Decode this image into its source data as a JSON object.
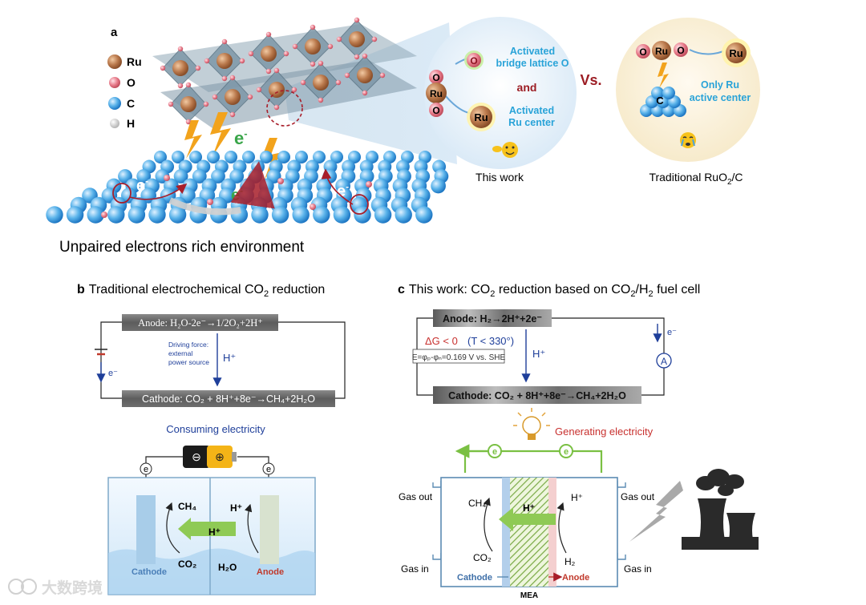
{
  "panel_a": {
    "label": "a",
    "legend": [
      {
        "symbol": "Ru",
        "color": "#b8774a"
      },
      {
        "symbol": "O",
        "color": "#e87d8c"
      },
      {
        "symbol": "C",
        "color": "#4aa3dd"
      },
      {
        "symbol": "H",
        "color": "#d9d9d9"
      }
    ],
    "electron": "e",
    "electron_sup": "-",
    "caption_bottom": "Unpaired electrons rich environment",
    "zoom": {
      "atom_o": "O",
      "atom_ru": "Ru",
      "text_activated_o_1": "Activated",
      "text_activated_o_2": "bridge lattice O",
      "text_and": "and",
      "text_activated_ru_1": "Activated",
      "text_activated_ru_2": "Ru center",
      "caption": "This work"
    },
    "vs": "Vs.",
    "traditional": {
      "atom_o": "O",
      "atom_ru": "Ru",
      "atom_c": "C",
      "text_only_1": "Only Ru",
      "text_only_2": "active center",
      "caption_main": "Traditional RuO",
      "caption_sub": "2",
      "caption_tail": "/C"
    }
  },
  "panel_b": {
    "label": "b",
    "title_main": "Traditional electrochemical CO",
    "title_sub": "2",
    "title_tail": " reduction",
    "anode_bar": "Anode: H₂O-2e⁻→1/2O₂+2H⁺",
    "driving_force_1": "Driving force:",
    "driving_force_2": "external",
    "driving_force_3": "power source",
    "h_plus": "H⁺",
    "e_minus": "e⁻",
    "cathode_bar": "Cathode: CO₂ + 8H⁺+8e⁻→CH₄+2H₂O",
    "consuming": "Consuming electricity",
    "battery_minus": "⊖",
    "battery_plus": "⊕",
    "e_left": "e",
    "e_right": "e",
    "ch4": "CH₄",
    "co2": "CO₂",
    "h_plus_cell_1": "H⁺",
    "h_plus_cell_2": "H⁺",
    "h2o": "H₂O",
    "cathode": "Cathode",
    "anode": "Anode"
  },
  "panel_c": {
    "label": "c",
    "title_main": "This work: CO",
    "title_sub1": "2",
    "title_mid": " reduction based on CO",
    "title_sub2": "2",
    "title_mid2": "/H",
    "title_sub3": "2",
    "title_tail": " fuel cell",
    "anode_bar": "Anode: H₂→2H⁺+2e⁻",
    "delta_g": "ΔG < 0",
    "temp": "(T < 330°)",
    "potential": "E=φₚ-φₙ=0.169 V vs. SHE",
    "h_plus": "H⁺",
    "e_minus": "e⁻",
    "ammeter": "A",
    "cathode_bar": "Cathode: CO₂ + 8H⁺+8e⁻→CH₄+2H₂O",
    "generating": "Generating electricity",
    "e_left": "e",
    "e_right": "e",
    "gas_out_left": "Gas out",
    "gas_out_right": "Gas out",
    "gas_in_left": "Gas in",
    "gas_in_right": "Gas in",
    "ch4": "CH₄",
    "h_plus_mem": "H⁺",
    "h_plus_right": "H⁺",
    "co2": "CO₂",
    "h2": "H₂",
    "cathode": "Cathode",
    "anode": "Anode",
    "mea": "MEA"
  },
  "watermark": "大数跨境",
  "colors": {
    "ru": "#b8774a",
    "o": "#e87d8c",
    "c": "#4aa3dd",
    "cyan_text": "#29a3d8",
    "dark_red": "#9c1d24",
    "blue_text": "#1f3f9a",
    "green": "#7ac043",
    "red_text": "#c8312f"
  }
}
